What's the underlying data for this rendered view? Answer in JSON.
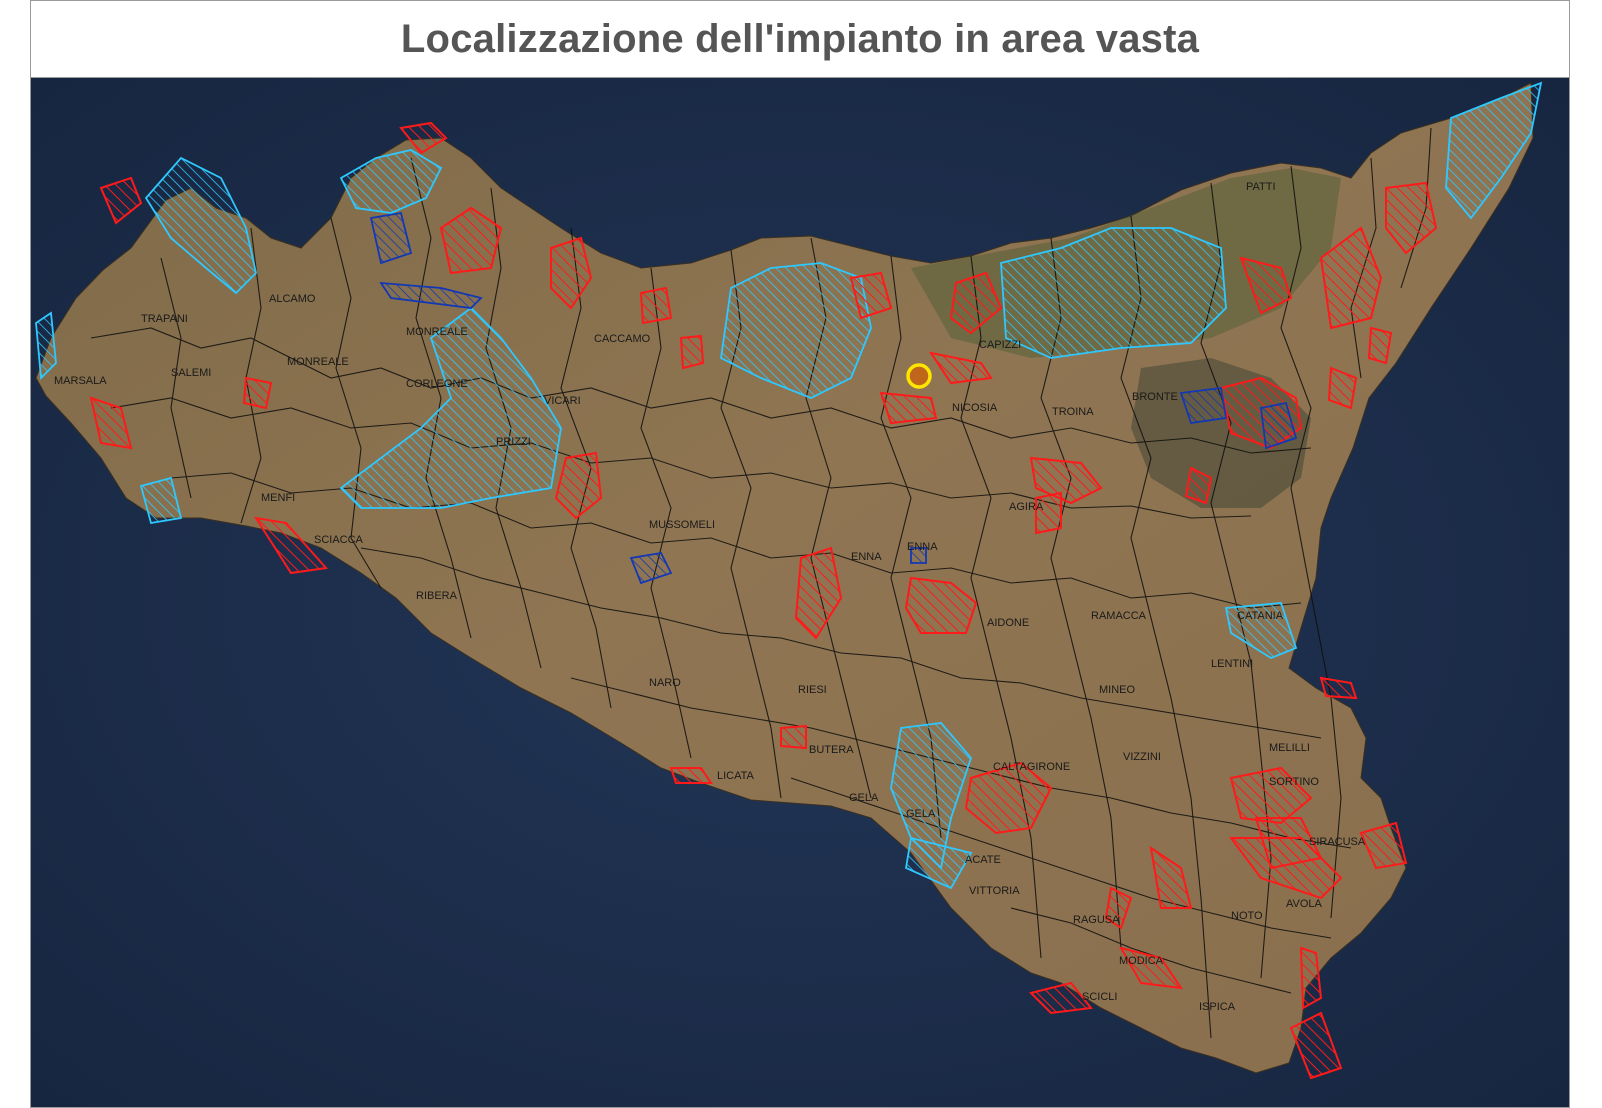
{
  "title": "Localizzazione dell'impianto in area vasta",
  "colors": {
    "sea": "#1c2d45",
    "land": "#8c7350",
    "land_forest": "#5c6640",
    "boundary": "#000000",
    "area_red": "#ff1a1a",
    "area_cyan": "#2ec8ff",
    "area_navy": "#1238b4",
    "marker_fill": "#c0661a",
    "marker_ring": "#ffe600"
  },
  "marker": {
    "label": "",
    "icon": "project-site-marker-icon"
  },
  "towns": [
    "PATTI",
    "TRAPANI",
    "ALCAMO",
    "MONREALE",
    "MONREALE",
    "CACCAMO",
    "MARSALA",
    "SALEMI",
    "CORLEONE",
    "VICARI",
    "PRIZZI",
    "CAPIZZI",
    "NICOSIA",
    "TROINA",
    "BRONTE",
    "MENFI",
    "SCIACCA",
    "MUSSOMELI",
    "ENNA",
    "ENNA",
    "AGIRA",
    "RIBERA",
    "AIDONE",
    "RAMACCA",
    "CATANIA",
    "LENTINI",
    "NARO",
    "RIESI",
    "MINEO",
    "MELILLI",
    "BUTERA",
    "VIZZINI",
    "LICATA",
    "CALTAGIRONE",
    "SORTINO",
    "GELA",
    "GELA",
    "SIRACUSA",
    "ACATE",
    "VITTORIA",
    "NOTO",
    "AVOLA",
    "RAGUSA",
    "MODICA",
    "SCICLI",
    "ISPICA"
  ]
}
